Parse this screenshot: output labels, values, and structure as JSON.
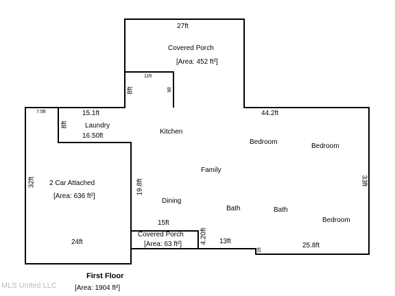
{
  "dimensions": {
    "porch_top_width": "27ft",
    "porch_inner_width": "11ft",
    "porch_left_height": "8ft",
    "porch_right_height": "8ft",
    "laundry_top_width": "15.1ft",
    "laundry_side_height": "8ft",
    "laundry_bottom_width": "16.50ft",
    "top_right_width": "44.2ft",
    "garage_corner": "7.5ft",
    "garage_height": "32ft",
    "right_height": "33ft",
    "interior_wall": "19.8ft",
    "porch2_width": "15ft",
    "porch2_height": "4.20ft",
    "garage_bottom_width": "24ft",
    "bottom_mid_width": "13ft",
    "step": "1ft",
    "bottom_right_width": "25.8ft"
  },
  "rooms": {
    "covered_porch_top": "Covered Porch",
    "covered_porch_top_area": "[Area: 452 ft²]",
    "laundry": "Laundry",
    "kitchen": "Kitchen",
    "bedroom_1": "Bedroom",
    "bedroom_2": "Bedroom",
    "family": "Family",
    "garage": "2 Car Attached",
    "garage_area": "[Area: 636 ft²]",
    "dining": "Dining",
    "bath_1": "Bath",
    "bath_2": "Bath",
    "bedroom_3": "Bedroom",
    "covered_porch_bottom": "Covered Porch",
    "covered_porch_bottom_area": "[Area: 63 ft²]"
  },
  "footer": {
    "floor_title": "First Floor",
    "floor_area": "[Area: 1904 ft²]",
    "watermark": "MLS United LLC"
  }
}
